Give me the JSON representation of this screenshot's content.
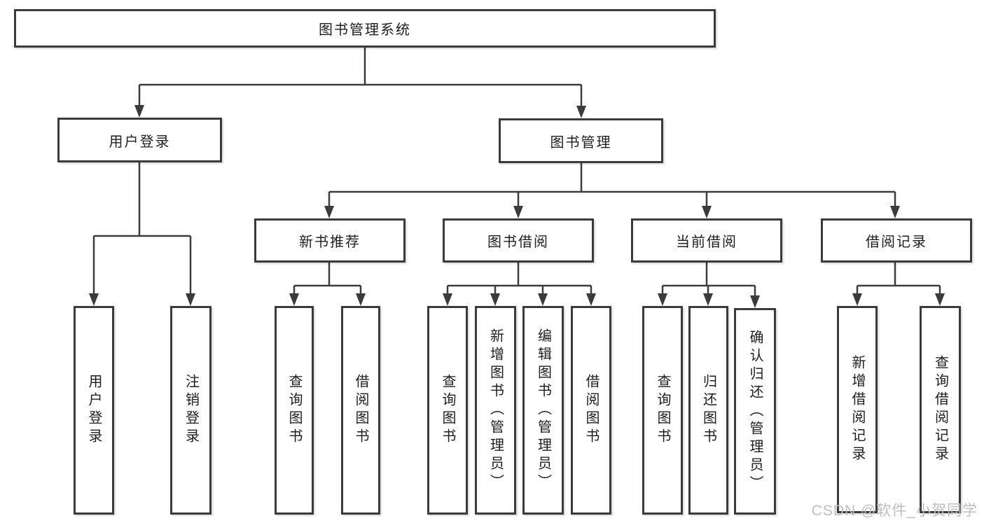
{
  "colors": {
    "line": "#3b3b3b",
    "box_border": "#3b3b3b",
    "text": "#1e1e1e",
    "watermark": "#bdbdc2",
    "background": "#ffffff"
  },
  "watermark": {
    "text": "CSDN @软件_小贺同学"
  },
  "tree": {
    "root": {
      "label": "图书管理系统",
      "children": [
        {
          "label": "用户登录",
          "children": [
            {
              "label": "用户登录"
            },
            {
              "label": "注销登录"
            }
          ]
        },
        {
          "label": "图书管理",
          "children": [
            {
              "label": "新书推荐",
              "children": [
                {
                  "label": "查询图书"
                },
                {
                  "label": "借阅图书"
                }
              ]
            },
            {
              "label": "图书借阅",
              "children": [
                {
                  "label": "查询图书"
                },
                {
                  "label": "新增图书（管理员）"
                },
                {
                  "label": "编辑图书（管理员）"
                },
                {
                  "label": "借阅图书"
                }
              ]
            },
            {
              "label": "当前借阅",
              "children": [
                {
                  "label": "查询图书"
                },
                {
                  "label": "归还图书"
                },
                {
                  "label": "确认归还（管理员）"
                }
              ]
            },
            {
              "label": "借阅记录",
              "children": [
                {
                  "label": "新增借阅记录"
                },
                {
                  "label": "查询借阅记录"
                }
              ]
            }
          ]
        }
      ]
    }
  }
}
